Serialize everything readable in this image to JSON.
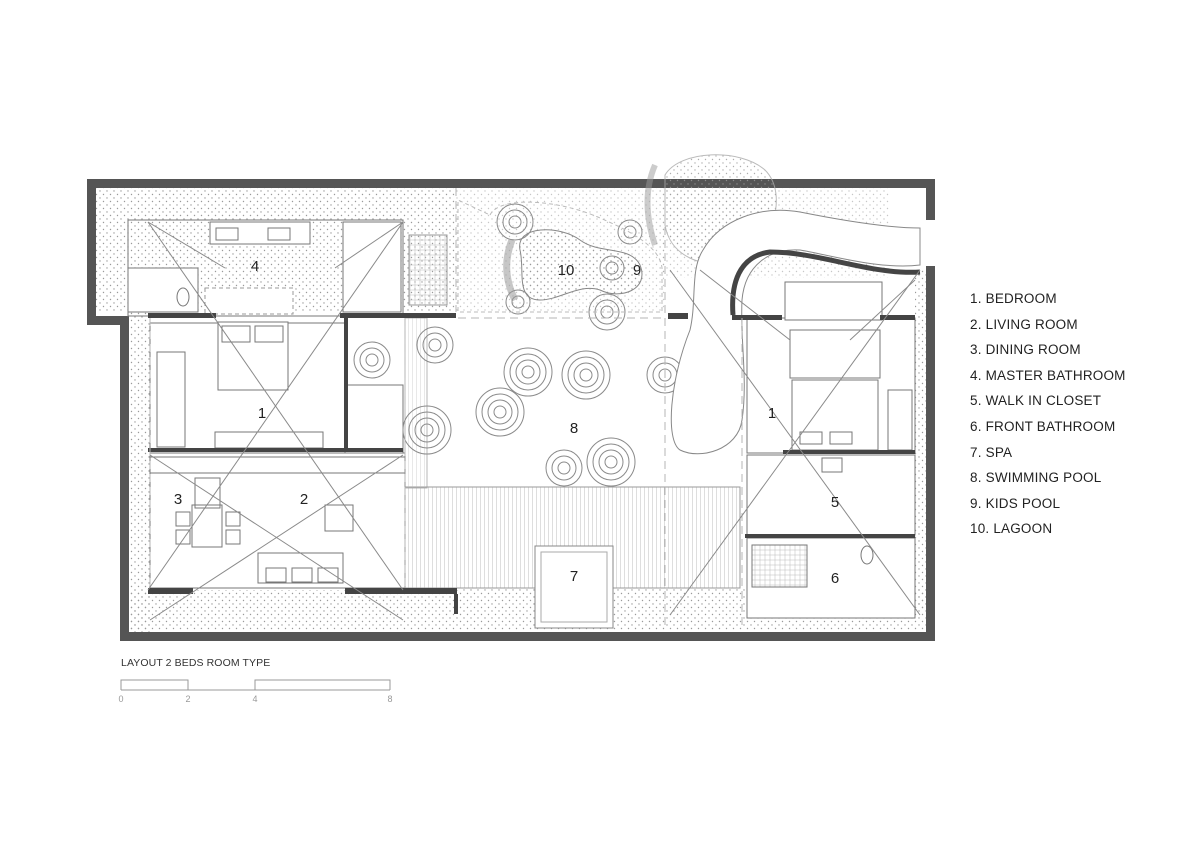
{
  "legend": [
    "1. BEDROOM",
    "2. LIVING ROOM",
    "3. DINING ROOM",
    "4. MASTER BATHROOM",
    "5. WALK IN CLOSET",
    "6. FRONT BATHROOM",
    "7. SPA",
    "8. SWIMMING POOL",
    "9. KIDS POOL",
    "10. LAGOON"
  ],
  "room_labels": {
    "bedroom_left": "1",
    "bedroom_right": "1",
    "living_room": "2",
    "dining_room": "3",
    "master_bathroom": "4",
    "walk_in_closet": "5",
    "front_bathroom": "6",
    "spa": "7",
    "swimming_pool": "8",
    "kids_pool": "9",
    "lagoon": "10"
  },
  "caption": "LAYOUT 2 BEDS ROOM TYPE",
  "scale_bar": {
    "ticks": [
      "0",
      "2",
      "4",
      "8"
    ],
    "unit_values": [
      0,
      2,
      4,
      8
    ]
  },
  "colors": {
    "wall": "#555555",
    "line": "#888888",
    "light_line": "#b5b5b5",
    "paper": "#ffffff"
  }
}
